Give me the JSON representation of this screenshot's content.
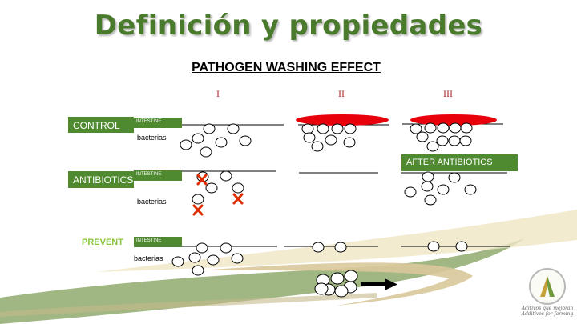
{
  "title": "Definición y propiedades",
  "subtitle": "PATHOGEN WASHING EFFECT",
  "columns": [
    "I",
    "II",
    "III"
  ],
  "rows": {
    "control": {
      "label": "CONTROL",
      "tag": "INTESTINE",
      "bacteria_label": "bacterias"
    },
    "antibiotics": {
      "label": "ANTIBIOTICS",
      "tag": "INTESTINE",
      "bacteria_label": "bacterias",
      "after_label": "AFTER ANTIBIOTICS"
    },
    "prevent": {
      "label": "PREVENT",
      "tag": "INTESTINE",
      "bacteria_label": "bacterias"
    }
  },
  "logo": {
    "line1": "Aditivos que mejoran",
    "line2": "Additives for farming"
  },
  "colors": {
    "title_green": "#4a7a2c",
    "box_green": "#4f8a30",
    "prevent_text": "#8cc63f",
    "pathogen_red": "#e8000b",
    "cross_red": "#e02b00"
  }
}
